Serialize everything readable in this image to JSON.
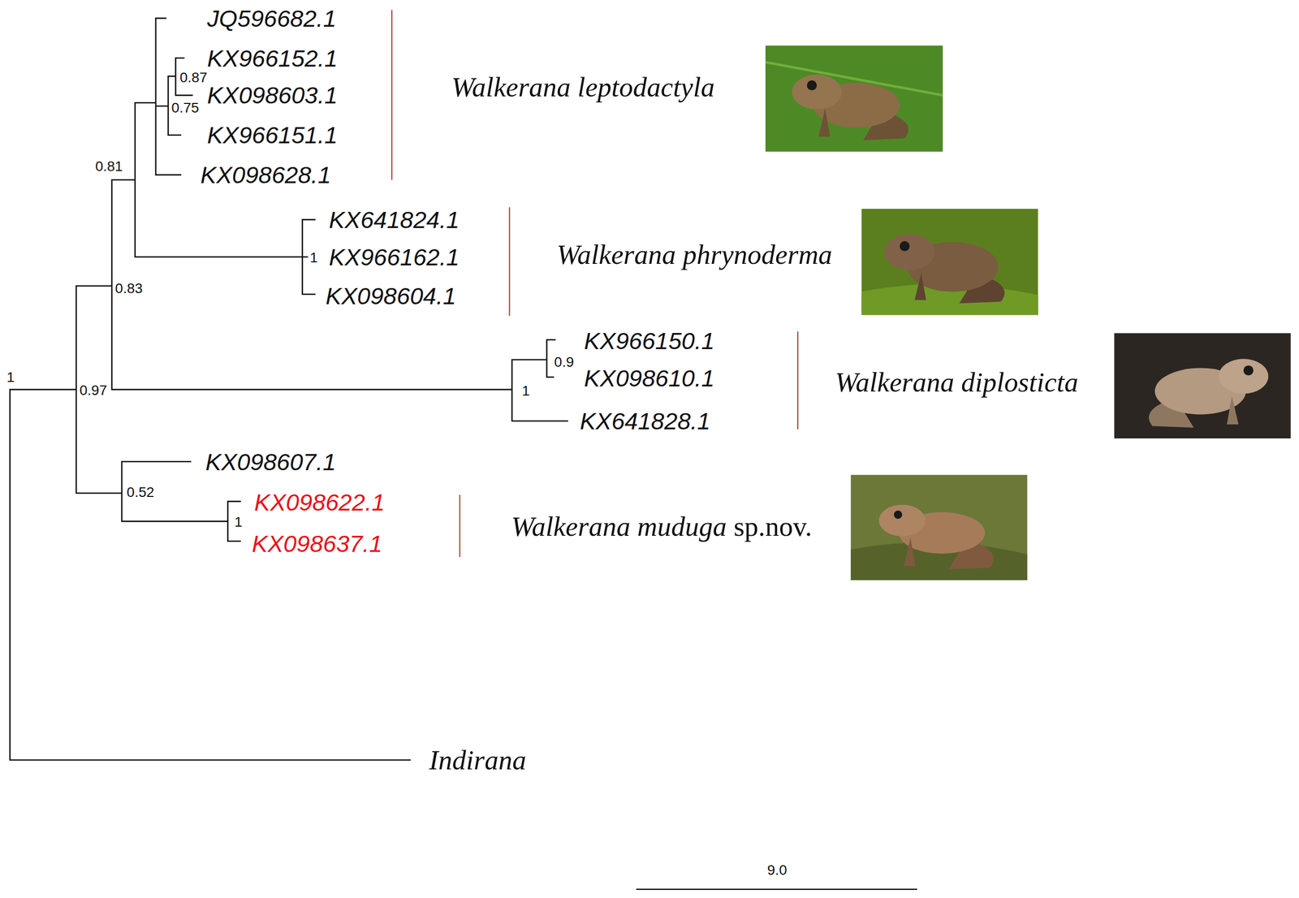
{
  "diagram": {
    "labels": [
      "JQ596682.1",
      "KX966152.1",
      "0.87",
      "KX098603.1",
      "0.75",
      "KX966151.1",
      "0.81",
      "KX098628.1",
      "Walkerana leptodactyla",
      "KX641824.1",
      "Walkerana phrynoderma",
      "KX966162.1",
      "1",
      "0.83",
      "KX098604.1",
      "KX966150.1",
      "0.9",
      "KX098610.1",
      "Walkerana diplosticta",
      "1",
      "0.97",
      "1",
      "KX641828.1",
      "KX098607.1",
      "0.52",
      "KX098622.1",
      "1",
      "Walkerana muduga",
      "sp.nov.",
      "KX098637.1",
      "Indirana",
      "9.0"
    ]
  }
}
